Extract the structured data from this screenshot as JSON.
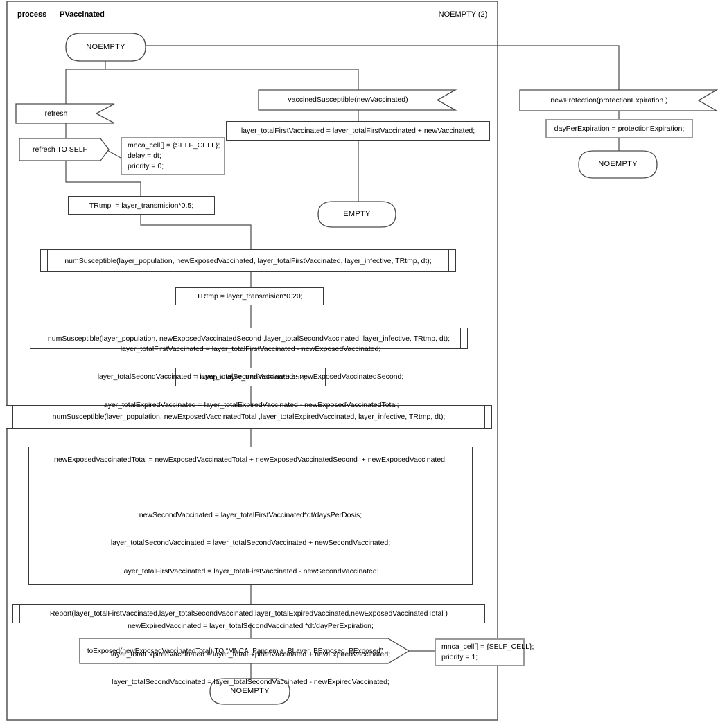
{
  "header": {
    "process_label": "process",
    "process_name": "PVaccinated",
    "state_annotation": "NOEMPTY (2)"
  },
  "states": {
    "top": "NOEMPTY",
    "empty": "EMPTY",
    "protection_end": "NOEMPTY",
    "bottom": "NOEMPTY"
  },
  "messages": {
    "refresh_in": "refresh",
    "refresh_out": "refresh TO SELF",
    "vaccined_in": "vaccinedSusceptible(newVaccinated)",
    "protection_in": "newProtection(protectionExpiration )",
    "to_exposed_out": "toExposed(newExposedVaccinatedTotal) TO “MNCA_Pandemia_BLayer_BExposed_PExposed”"
  },
  "actions": {
    "refresh_params": {
      "lines": [
        "mnca_cell[] = {SELF_CELL};",
        "delay = dt;",
        "priority = 0;"
      ]
    },
    "to_exposed_params": {
      "lines": [
        "mnca_cell[] = {SELF_CELL};",
        "priority = 1;"
      ]
    },
    "first_vaccination": "layer_totalFirstVaccinated = layer_totalFirstVaccinated + newVaccinated;",
    "day_per_expiration": "dayPerExpiration = protectionExpiration;",
    "trtmp_05": "TRtmp  = layer_transmision*0.5;",
    "trtmp_020": "TRtmp = layer_transmision*0.20;",
    "trtmp_0452": "TRtmp = layer_transmision*0.452;",
    "num_susceptible_1": "numSusceptible(layer_population, newExposedVaccinated, layer_totalFirstVaccinated, layer_infective, TRtmp, dt);",
    "num_susceptible_2": "numSusceptible(layer_population, newExposedVaccinatedSecond ,layer_totalSecondVaccinated, layer_infective, TRtmp, dt);",
    "num_susceptible_3": "numSusceptible(layer_population, newExposedVaccinatedTotal ,layer_totalExpiredVaccinated, layer_infective, TRtmp, dt);",
    "report": "Report(layer_totalFirstVaccinated,layer_totalSecondVaccinated,layer_totalExpiredVaccinated,newExposedVaccinatedTotal )",
    "update_block": {
      "groups": [
        [
          "layer_totalFirstVaccinated = layer_totalFirstVaccinated - newExposedVaccinated;",
          "layer_totalSecondVaccinated = layer_totalSecondVaccinated - newExposedVaccinatedSecond;",
          "layer_totalExpiredVaccinated = layer_totalExpiredVaccinated - newExposedVaccinatedTotal;"
        ],
        [
          "newExposedVaccinatedTotal = newExposedVaccinatedTotal + newExposedVaccinatedSecond  + newExposedVaccinated;"
        ],
        [
          "newSecondVaccinated = layer_totalFirstVaccinated*dt/daysPerDosis;",
          "layer_totalSecondVaccinated = layer_totalSecondVaccinated + newSecondVaccinated;",
          "layer_totalFirstVaccinated = layer_totalFirstVaccinated - newSecondVaccinated;"
        ],
        [
          "newExpiredVaccinated = layer_totalSecondVaccinated *dt/dayPerExpiration;",
          "layer_totalExpiredVaccinated = layer_totalExpiredVaccinated + newExpiredVaccinated;",
          "layer_totalSecondVaccinated = layer_totalSecondVaccinated - newExpiredVaccinated;"
        ]
      ]
    }
  },
  "colors": {
    "line": "#4a4a4a",
    "box_border": "#3a3a3a",
    "gray_border": "#9a9a9a",
    "fill": "#ffffff",
    "text": "#000000"
  }
}
